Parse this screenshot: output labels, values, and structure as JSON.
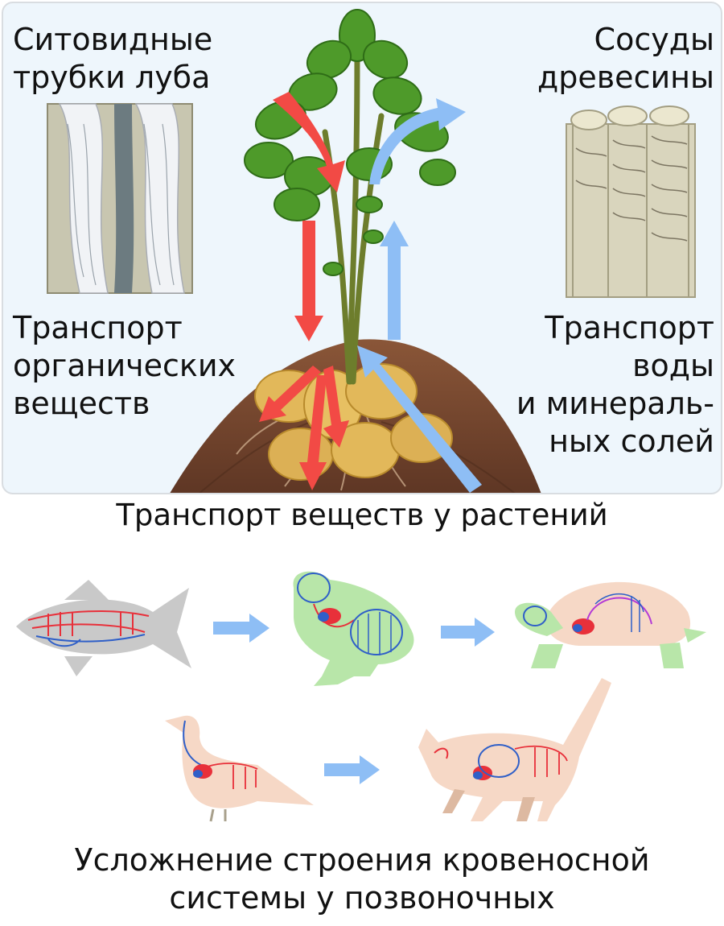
{
  "plant_panel": {
    "phloem_label": [
      "Ситовидные",
      "трубки луба"
    ],
    "xylem_label": [
      "Сосуды",
      "древесины"
    ],
    "organic_transport_label": [
      "Транспорт",
      "органических",
      "веществ"
    ],
    "water_transport_label": [
      "Транспорт",
      "воды",
      "и минераль-",
      "ных солей"
    ],
    "colors": {
      "organic_arrow": "#f24a45",
      "water_arrow": "#8ebef5",
      "soil": "#7a4a33"
    }
  },
  "plant_caption": "Транспорт веществ у растений",
  "animals": {
    "sequence": [
      "fish",
      "frog",
      "turtle",
      "bird",
      "cat"
    ],
    "icons": [
      "fish-icon",
      "frog-icon",
      "turtle-icon",
      "bird-icon",
      "cat-icon",
      "arrow-right-icon"
    ],
    "colors": {
      "artery": "#e8303a",
      "vein": "#2f5fc8",
      "arrow": "#8ebef5"
    }
  },
  "animals_caption": [
    "Усложнение строения кровеносной",
    "системы у позвоночных"
  ]
}
